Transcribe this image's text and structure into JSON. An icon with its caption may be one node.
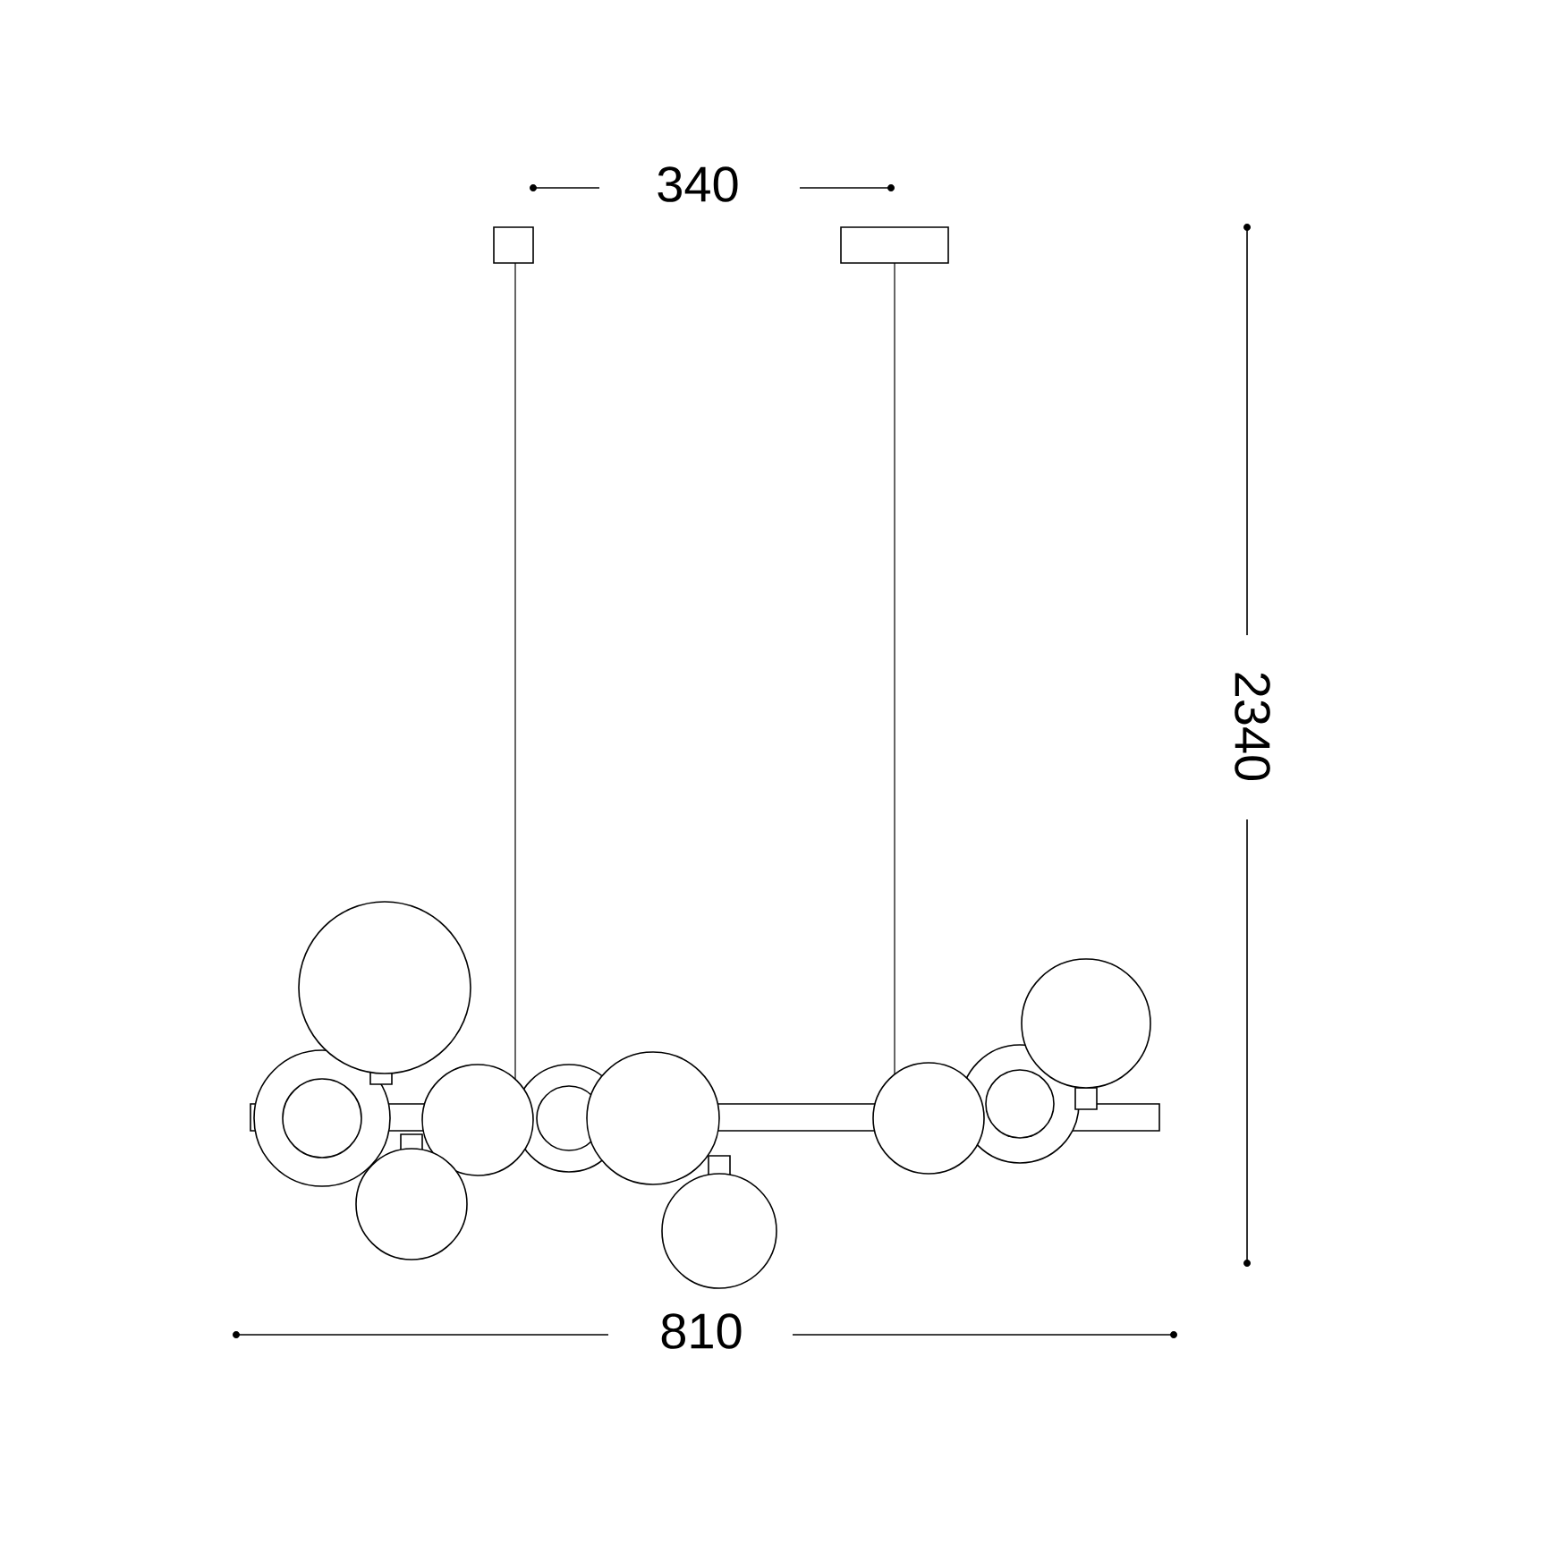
{
  "diagram": {
    "labels": [
      "340",
      "2340",
      "810"
    ]
  }
}
